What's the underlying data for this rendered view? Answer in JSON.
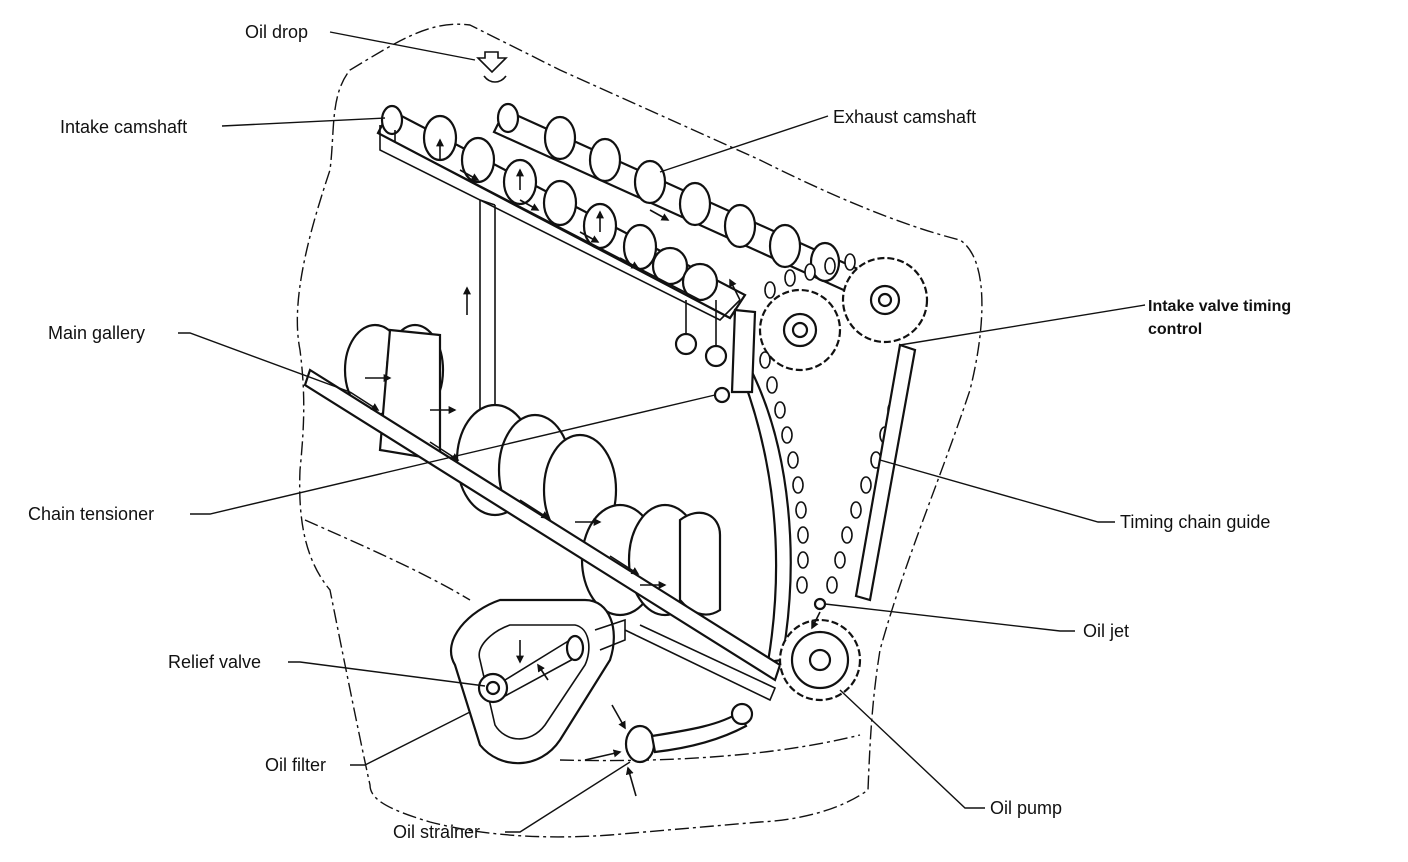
{
  "labels": {
    "oil_drop": "Oil drop",
    "intake_camshaft": "Intake camshaft",
    "exhaust_camshaft": "Exhaust camshaft",
    "intake_valve_timing_line1": "Intake valve timing",
    "intake_valve_timing_line2": "control",
    "main_gallery": "Main gallery",
    "chain_tensioner": "Chain tensioner",
    "timing_chain_guide": "Timing chain guide",
    "oil_jet": "Oil jet",
    "relief_valve": "Relief valve",
    "oil_filter": "Oil filter",
    "oil_pump": "Oil pump",
    "oil_strainer": "Oil strainer"
  }
}
